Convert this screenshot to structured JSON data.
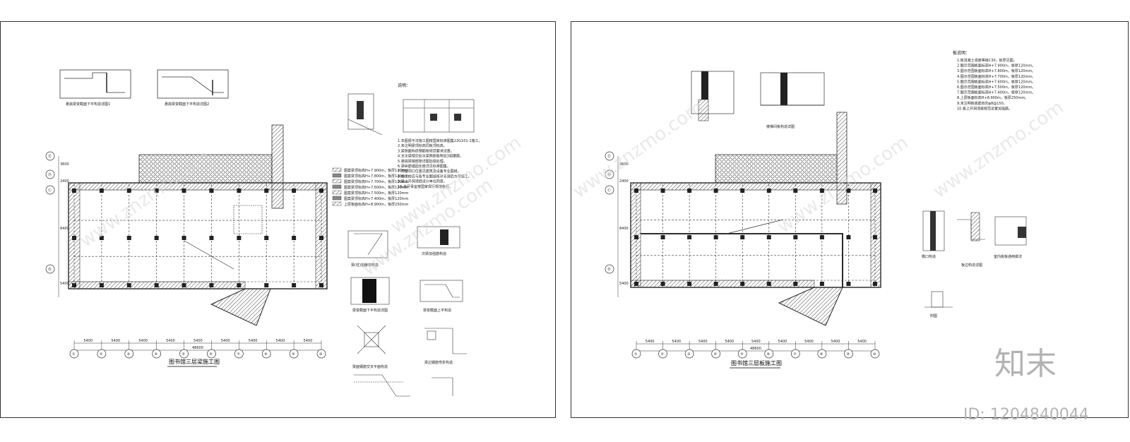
{
  "left_sheet": {
    "plan_title": "图书馆三层梁施工图",
    "dims": [
      "5400",
      "5400",
      "5400",
      "5400",
      "5400",
      "5400",
      "5400",
      "5400",
      "5400"
    ],
    "total_dim": "48600",
    "col_axes": [
      "①",
      "②",
      "③",
      "④",
      "⑤",
      "⑥",
      "⑦",
      "⑧",
      "⑨",
      "⑩"
    ],
    "row_axes": [
      "Ⓔ",
      "Ⓓ",
      "Ⓒ",
      "Ⓑ"
    ],
    "row_dims": [
      "3600",
      "2400",
      "8400",
      "5400"
    ],
    "detail_labels": {
      "d1": "悬挑梁变截面下平构造详图1",
      "d2": "悬挑梁变截面下平构造详图2",
      "d3": "梁(柱)加腋等构造",
      "d4": "次梁加强筋构造",
      "d5": "梁变截面下平构造详图",
      "d6": "梁变截面上平构造",
      "d7": "梁面钢筋交叉平面构造",
      "d8": "梁边钢筋弯折构造"
    },
    "legend": [
      "图案梁顶标高H+7.900m，板厚120mm",
      "图案梁顶标高H+7.800m，板厚120mm",
      "图案梁顶标高H+7.700m，板厚120mm",
      "图案梁顶标高H+7.600m，板厚120mm",
      "图案梁顶标高H+7.500m，板厚120mm",
      "图案梁顶标高H+7.400m，板厚120mm",
      "上层板面标高H+8.900m，板厚250mm"
    ],
    "notes_title": "说明：",
    "notes": [
      "1.本图梁平法施工图按国家标准图集22G101-1施工。",
      "2.未注明梁顶标高同板顶标高。",
      "3.梁侧面构造钢筋按规范要求设置。",
      "4.主次梁相交处次梁两侧各附加3组箍筋。",
      "5.悬挑梁端部按详图加强处理。",
      "6.梁纵筋锚固长度详见标准图集。",
      "7.预留洞口位置见建筑及设备专业图纸。",
      "8.施工前应与各专业图纸核对无误后方可施工。",
      "9.梁上开洞须经设计单位同意。",
      "10.未尽事宜按国家现行规范执行。"
    ]
  },
  "right_sheet": {
    "plan_title": "图书馆三层板施工图",
    "dims": [
      "5400",
      "5400",
      "5400",
      "5400",
      "5400",
      "5400",
      "5400",
      "5400",
      "5400"
    ],
    "total_dim": "48600",
    "col_axes": [
      "①",
      "②",
      "③",
      "④",
      "⑤",
      "⑥",
      "⑦",
      "⑧",
      "⑨",
      "⑩"
    ],
    "row_axes": [
      "Ⓔ",
      "Ⓓ",
      "Ⓒ",
      "Ⓑ"
    ],
    "row_dims": [
      "3600",
      "2400",
      "8400",
      "5400"
    ],
    "detail_labels": {
      "d1": "板边构造详图",
      "d2": "楼梯间板构造详图",
      "d3": "檐口构造",
      "d4": "室内挑板通用做法",
      "d5": "附图"
    },
    "notes_title": "板说明：",
    "notes": [
      "1.板混凝土强度等级C30，板厚见图。",
      "2.图示范围板面标高H+7.900m，板厚120mm。",
      "3.图示范围板面标高H+7.800m，板厚120mm。",
      "4.图示范围板面标高H+7.700m，板厚120mm。",
      "5.图示范围板面标高H+7.600m，板厚120mm。",
      "6.图示范围板面标高H+7.500m，板厚120mm。",
      "7.图示范围板面标高H+7.400m，板厚120mm。",
      "8.上层板面标高H+8.900m，板厚250mm。",
      "9.未注明板底筋双向φ8@150。",
      "10.板上开洞须按规范设置加强筋。"
    ]
  },
  "watermark": "www.znzmo.com",
  "brand": {
    "logo_text": "知末",
    "id_label": "ID: 1204840044"
  },
  "colors": {
    "line": "#222222",
    "hatch": "#555555",
    "watermark": "#d0d0d0",
    "brand": "#b3b3b3"
  }
}
